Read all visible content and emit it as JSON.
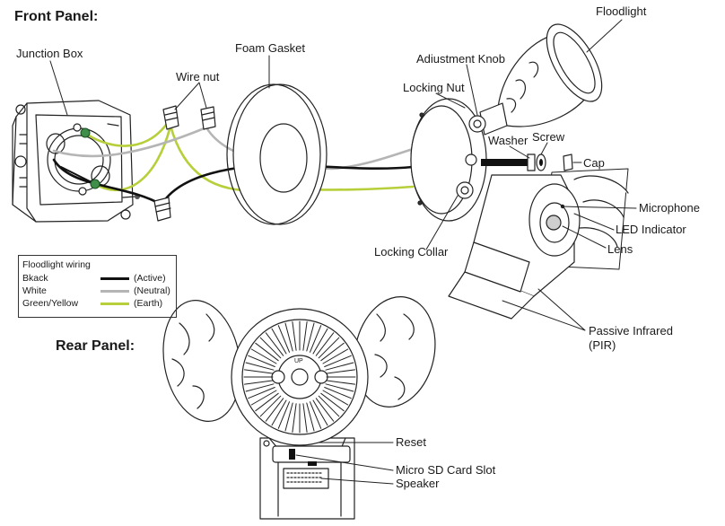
{
  "front_panel_heading": "Front Panel:",
  "rear_panel_heading": "Rear Panel:",
  "labels": {
    "floodlight": "Floodlight",
    "junction_box": "Junction Box",
    "foam_gasket": "Foam Gasket",
    "wire_nut": "Wire nut",
    "adjustment_knob": "Adiustment Knob",
    "locking_nut": "Locking Nut",
    "washer": "Washer",
    "screw": "Screw",
    "cap": "Cap",
    "microphone": "Microphone",
    "led_indicator": "LED Indicator",
    "lens": "Lens",
    "locking_collar": "Locking Collar",
    "pir_line1": "Passive Infrared",
    "pir_line2": "(PIR)",
    "reset": "Reset",
    "micro_sd": "Micro SD Card Slot",
    "speaker": "Speaker",
    "up": "UP"
  },
  "legend": {
    "title": "Floodlight wiring",
    "rows": [
      {
        "name": "Bkack",
        "role": "(Active)",
        "color": "#111111"
      },
      {
        "name": "White",
        "role": "(Neutral)",
        "color": "#b5b5b5"
      },
      {
        "name": "Green/Yellow",
        "role": "(Earth)",
        "color": "#b7cf3a"
      }
    ]
  },
  "colors": {
    "active_wire": "#111111",
    "neutral_wire": "#b5b5b5",
    "earth_wire": "#b7cf3a",
    "screw_green": "#3f8f4a"
  }
}
